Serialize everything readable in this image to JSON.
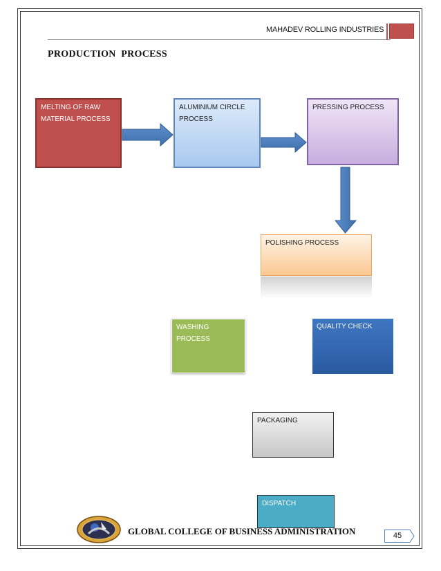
{
  "header": {
    "company": "MAHADEV ROLLING INDUSTRIES"
  },
  "title": "PRODUCTION  PROCESS",
  "steps": {
    "melting": "MELTING OF RAW MATERIAL PROCESS",
    "aluminium": "ALUMINIUM CIRCLE PROCESS",
    "pressing": "PRESSING PROCESS",
    "polishing": "POLISHING PROCESS",
    "washing": "WASHING PROCESS",
    "quality": "QUALITY CHECK",
    "packaging": "PACKAGING",
    "dispatch": "DISPATCH"
  },
  "footer": {
    "college": "GLOBAL COLLEGE OF BUSINESS ADMINISTRATION",
    "page_number": "45"
  },
  "colors": {
    "red": "#c0504d",
    "blue": "#4f81bd",
    "purple": "#8064a2",
    "orange": "#f79646",
    "green": "#9bbb59",
    "teal": "#4bacc6"
  }
}
